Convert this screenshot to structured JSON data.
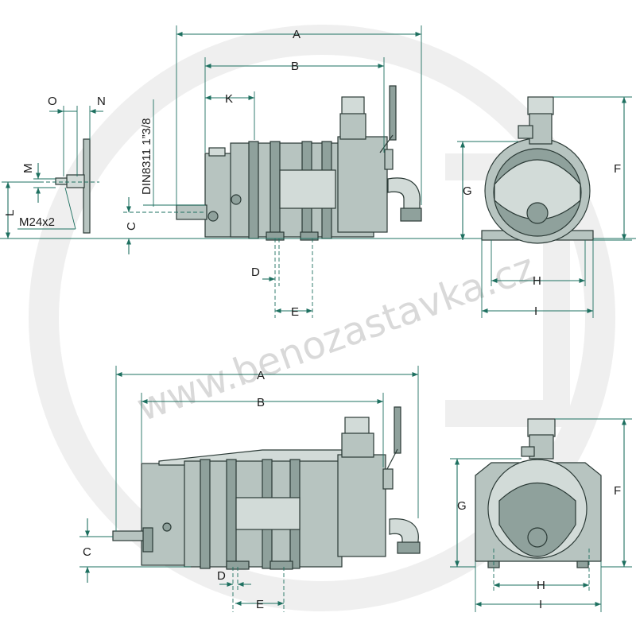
{
  "watermark": {
    "text": "www.benozastavka.cz"
  },
  "top_view": {
    "labels": {
      "A": "A",
      "B": "B",
      "K": "K",
      "C": "C",
      "D": "D",
      "E": "E",
      "O": "O",
      "N": "N",
      "M": "M",
      "L": "L",
      "thread": "M24x2",
      "din": "DIN8311 1”3/8",
      "G": "G",
      "F": "F",
      "H": "H",
      "I": "I"
    }
  },
  "bottom_view": {
    "labels": {
      "A": "A",
      "B": "B",
      "C": "C",
      "D": "D",
      "E": "E",
      "G": "G",
      "F": "F",
      "H": "H",
      "I": "I"
    }
  },
  "colors": {
    "dimension": "#1e7060",
    "body": "#b7c4c0",
    "outline": "#2b3a36"
  }
}
